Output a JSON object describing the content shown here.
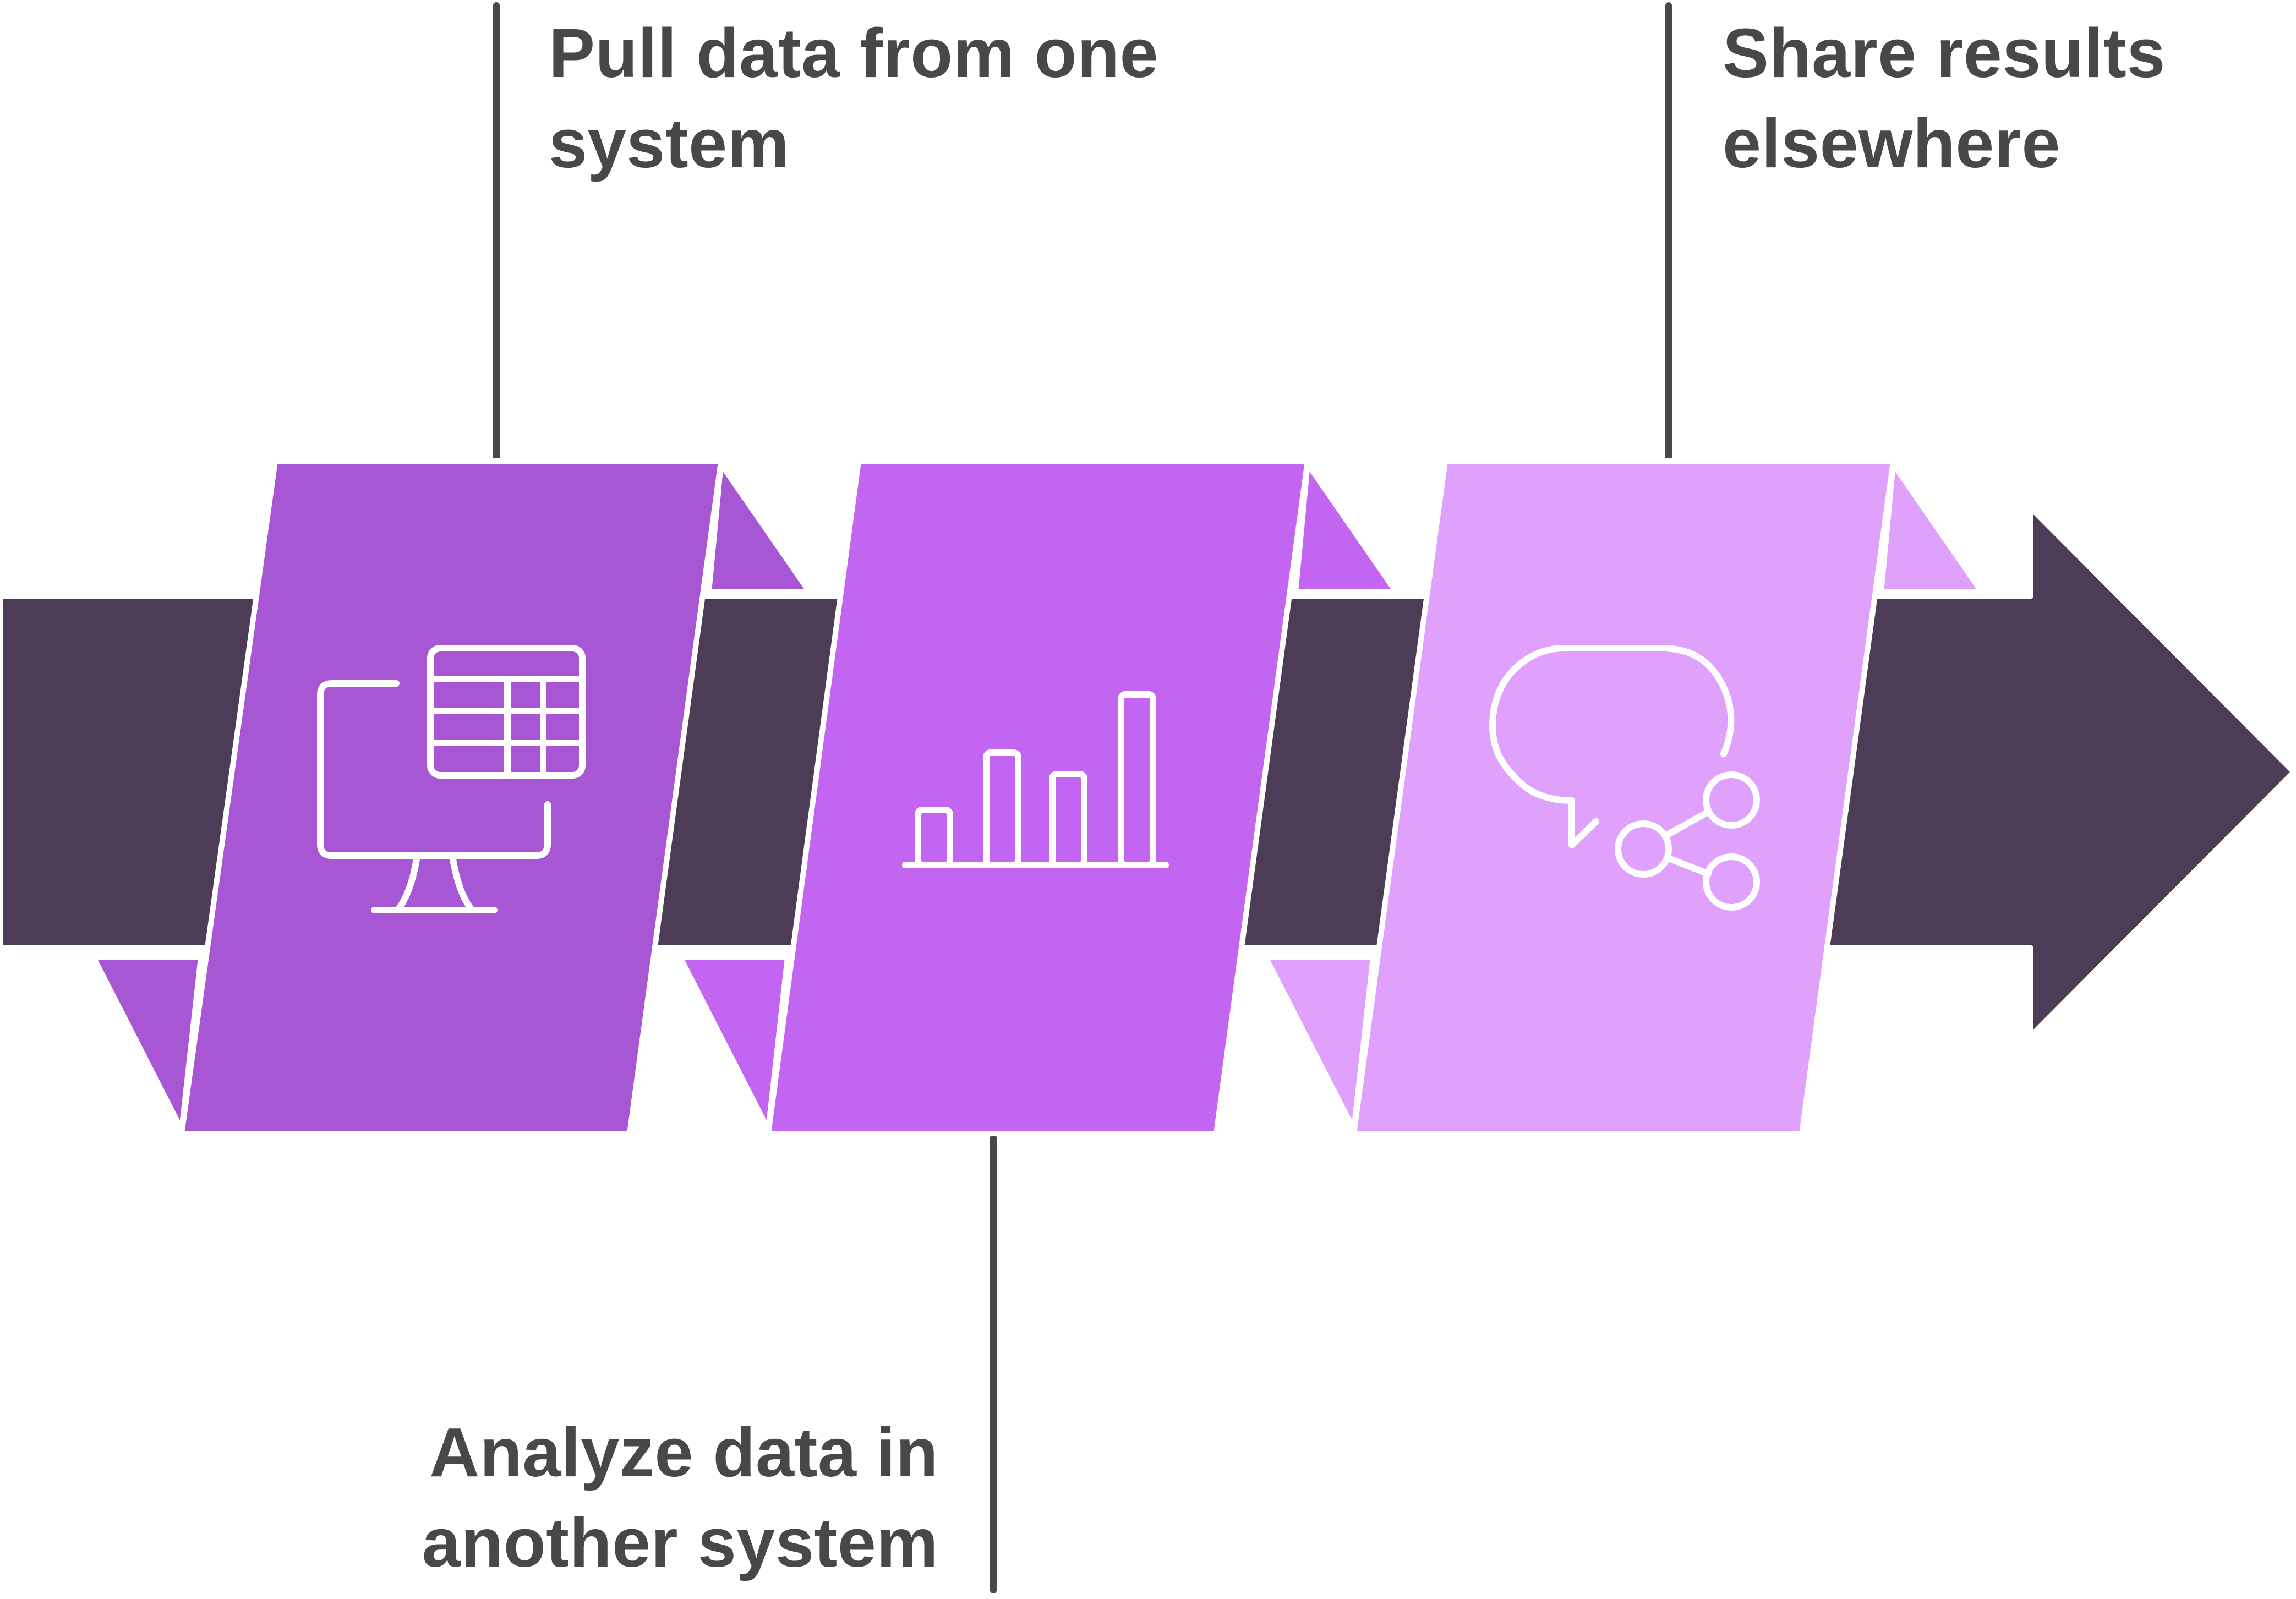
{
  "colors": {
    "arrow": "#4d3c55",
    "step_1": "#a757d3",
    "step_2": "#c266f2",
    "step_3": "#dfa1fb",
    "text": "#484848",
    "connector": "#484848",
    "icon_stroke": "#ffffff"
  },
  "steps": [
    {
      "icon": "computer-spreadsheet-icon",
      "label_lines": [
        "Pull data from one",
        "system"
      ],
      "label_position": "top"
    },
    {
      "icon": "bar-chart-icon",
      "label_lines": [
        "Analyze data in",
        "another system"
      ],
      "label_position": "bottom"
    },
    {
      "icon": "chat-share-icon",
      "label_lines": [
        "Share results",
        "elsewhere"
      ],
      "label_position": "top"
    }
  ]
}
